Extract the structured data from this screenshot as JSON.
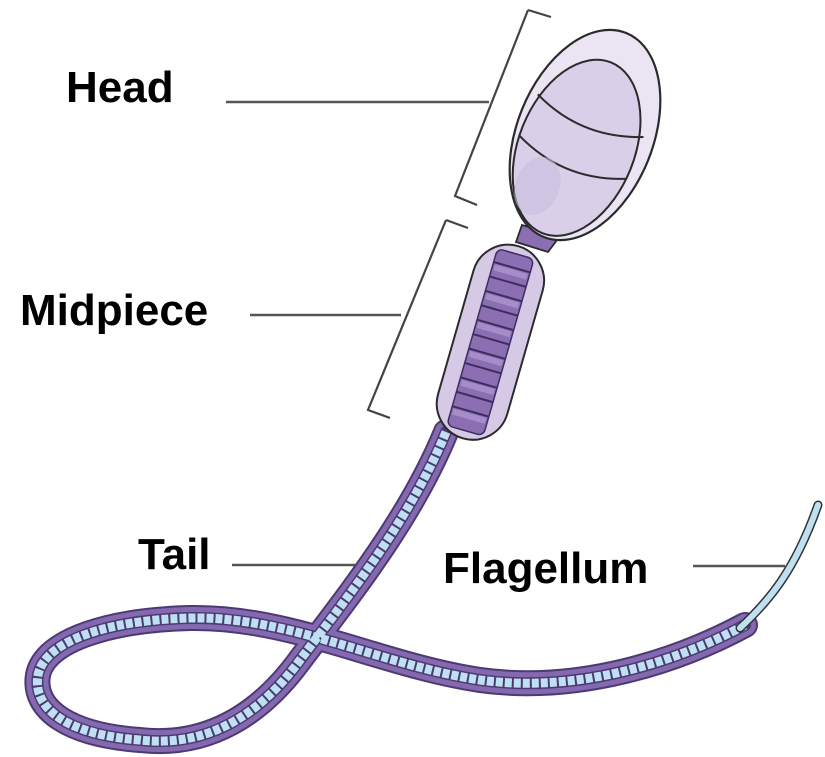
{
  "labels": {
    "head": "Head",
    "midpiece": "Midpiece",
    "tail": "Tail",
    "flagellum": "Flagellum"
  },
  "colors": {
    "head_fill": "#d9cfe8",
    "head_inner": "#cabcdf",
    "outline": "#2b2b2b",
    "midpiece_fill": "#d5c9e6",
    "midpiece_band": "#8c6fb3",
    "tail_outer": "#8569b0",
    "tail_inner": "#bfe0f2",
    "leader_line": "#555555"
  }
}
